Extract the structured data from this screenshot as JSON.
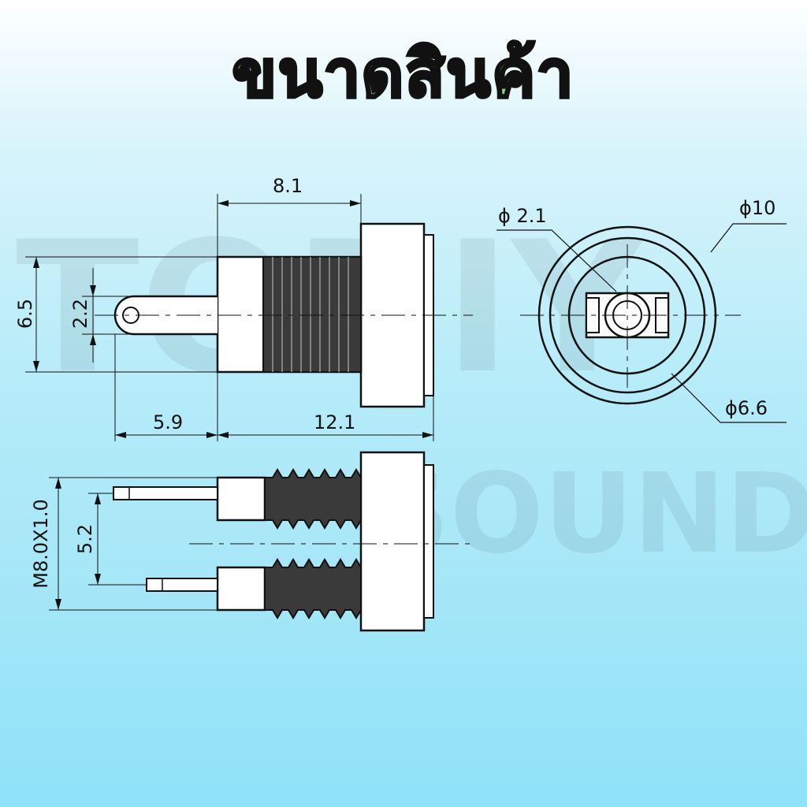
{
  "title": "ขนาดสินค้า",
  "watermark": {
    "line1": "TODIY",
    "line2": "SOUND"
  },
  "dimensions": {
    "top_width": "8.1",
    "total_height": "6.5",
    "pin_height": "2.2",
    "pin_length": "5.9",
    "body_length": "12.1",
    "pin_hole_dia": "ϕ 2.1",
    "outer_dia": "ϕ10",
    "inner_dia": "ϕ6.6",
    "thread": "M8.0X1.0",
    "pin_spacing": "5.2"
  },
  "colors": {
    "line": "#111111",
    "title_top": "#f2d23a",
    "title_bottom": "#4fc3d6"
  }
}
